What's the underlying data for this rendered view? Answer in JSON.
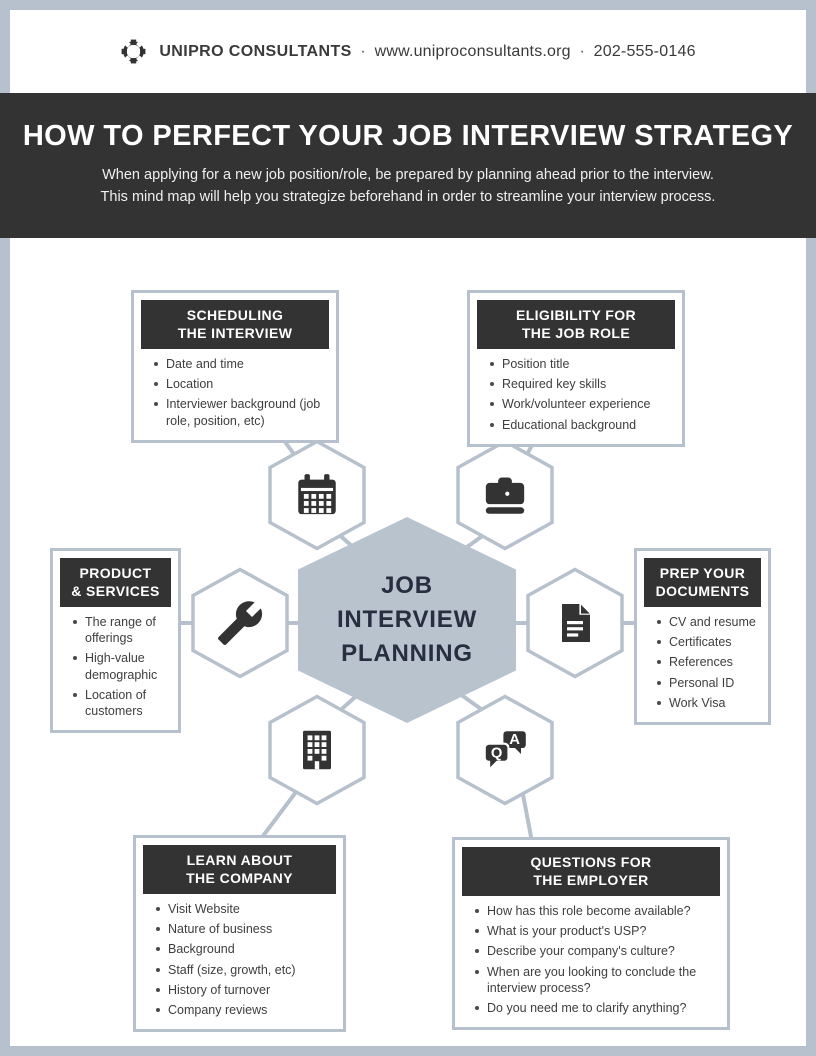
{
  "header": {
    "brand": "UNIPRO CONSULTANTS",
    "sep": "·",
    "website": "www.uniproconsultants.org",
    "phone": "202-555-0146"
  },
  "banner": {
    "title": "HOW TO PERFECT YOUR JOB INTERVIEW STRATEGY",
    "subtitle_line1": "When applying for a new job position/role, be prepared by planning ahead prior to the interview.",
    "subtitle_line2": "This mind map will help you strategize beforehand in order to streamline your interview process."
  },
  "center_hexagon": {
    "label": "JOB INTERVIEW PLANNING"
  },
  "nodes": {
    "scheduling": {
      "title_line1": "SCHEDULING",
      "title_line2": "THE INTERVIEW",
      "icon": "calendar-icon",
      "items": [
        "Date and time",
        "Location",
        "Interviewer background (job role, position, etc)"
      ]
    },
    "eligibility": {
      "title_line1": "ELIGIBILITY FOR",
      "title_line2": "THE JOB ROLE",
      "icon": "briefcase-icon",
      "items": [
        "Position title",
        "Required key skills",
        "Work/volunteer experience",
        "Educational background"
      ]
    },
    "product_services": {
      "title_line1": "PRODUCT",
      "title_line2": "& SERVICES",
      "icon": "wrench-icon",
      "items": [
        "The range of offerings",
        "High-value demographic",
        "Location of customers"
      ]
    },
    "prep_documents": {
      "title_line1": "PREP YOUR",
      "title_line2": "DOCUMENTS",
      "icon": "document-icon",
      "items": [
        "CV and resume",
        "Certificates",
        "References",
        "Personal ID",
        "Work Visa"
      ]
    },
    "learn_company": {
      "title_line1": "LEARN ABOUT",
      "title_line2": "THE COMPANY",
      "icon": "building-icon",
      "items": [
        "Visit Website",
        "Nature of business",
        "Background",
        "Staff (size, growth, etc)",
        "History of turnover",
        "Company reviews"
      ]
    },
    "questions_employer": {
      "title_line1": "QUESTIONS FOR",
      "title_line2": "THE EMPLOYER",
      "icon": "qa-chat-icon",
      "items": [
        "How has this role become available?",
        "What is your product's USP?",
        "Describe your company's culture?",
        "When are you looking to conclude the interview process?",
        "Do you need me to clarify anything?"
      ]
    }
  },
  "qa_letters": {
    "q": "Q",
    "a": "A"
  },
  "icons": [
    "brand-ring-icon",
    "calendar-icon",
    "briefcase-icon",
    "wrench-icon",
    "document-icon",
    "building-icon",
    "qa-chat-icon"
  ],
  "colors": {
    "banner_bg": "#333333",
    "node_header_bg": "#333333",
    "icon_dark": "#333333",
    "hex_fill": "#b9c3ce",
    "connector": "#b6c1cd",
    "frame": "#b6c1cd",
    "center_text": "#272e3f",
    "body_text": "#3e3e3e"
  }
}
